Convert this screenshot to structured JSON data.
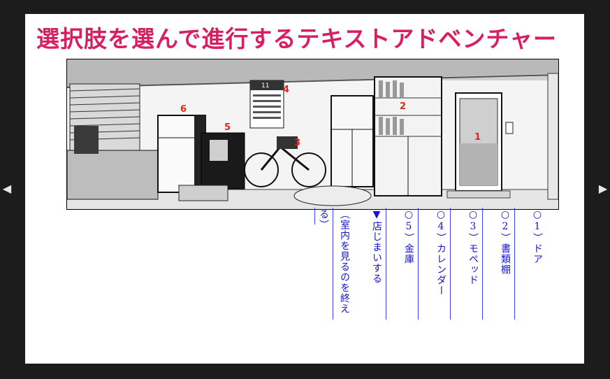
{
  "title": "選択肢を選んで進行するテキストアドベンチャー",
  "nav": {
    "prev_icon": "◀",
    "next_icon": "▶"
  },
  "scene_markers": [
    "1",
    "2",
    "3",
    "4",
    "5",
    "6"
  ],
  "calendar_number": "11",
  "menu": {
    "options": [
      {
        "bullet": "○",
        "label": "1）ドア"
      },
      {
        "bullet": "○",
        "label": "2）書類棚"
      },
      {
        "bullet": "○",
        "label": "3）モペッド"
      },
      {
        "bullet": "○",
        "label": "4）カレンダー"
      },
      {
        "bullet": "○",
        "label": "5）金庫"
      },
      {
        "bullet": "▼",
        "label": "店じまいする"
      }
    ],
    "last_option": {
      "label": "（室内を見るのを終え",
      "continuation": "る）"
    }
  },
  "colors": {
    "title": "#d6205f",
    "menu_text": "#1414c8",
    "marker": "#e0261b"
  }
}
